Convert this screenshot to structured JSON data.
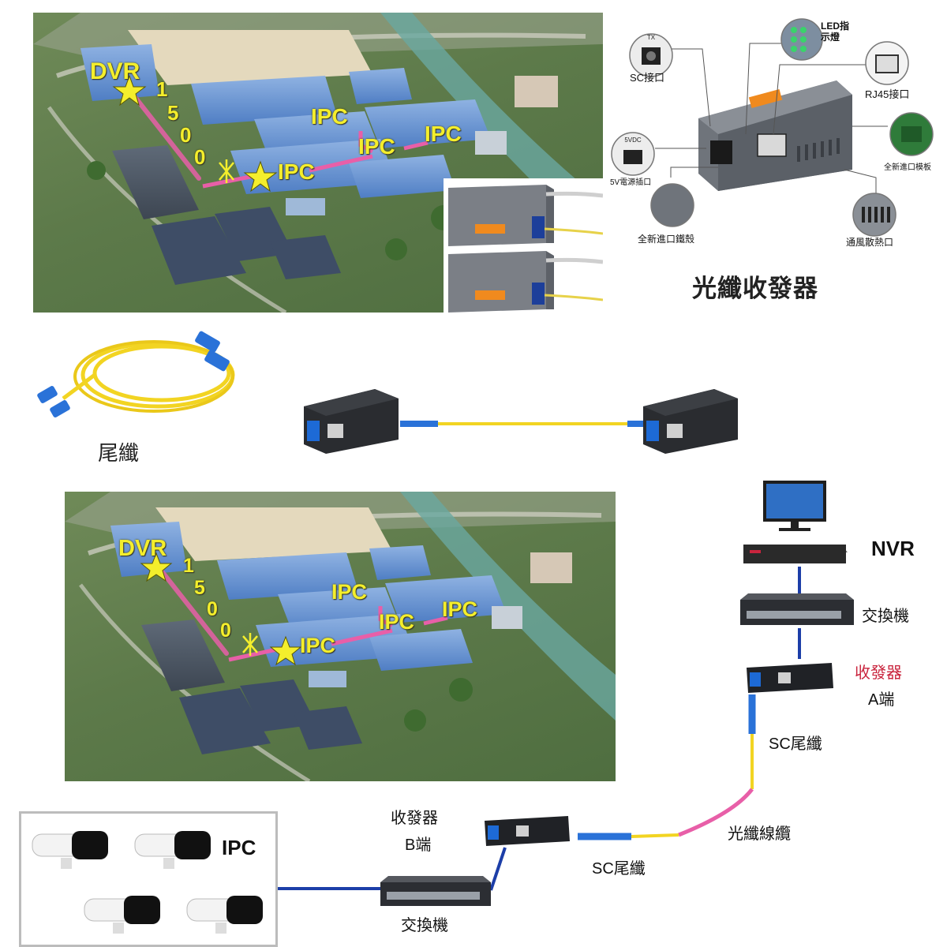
{
  "map_labels": {
    "dvr": "DVR",
    "ipc": "IPC",
    "distance_digits": [
      "1",
      "5",
      "0",
      "0"
    ]
  },
  "product": {
    "title": "光纖收發器",
    "callouts": {
      "led": "LED指示燈",
      "sc_port": "SC接口",
      "rj45": "RJ45接口",
      "power": "5V電源插口",
      "board": "全新進口模板",
      "shell": "全新進口鐵殼",
      "vent": "通風散熱口"
    },
    "port_text": {
      "tx": "TX",
      "dc": "5VDC"
    }
  },
  "patch_cord": {
    "label": "尾纖"
  },
  "network": {
    "nvr": "NVR",
    "switch_top": "交換機",
    "transceiver_a": [
      "收發器",
      "A端"
    ],
    "sc_pigtail_a": "SC尾纖",
    "fiber_cable": "光纖線纜",
    "sc_pigtail_b": "SC尾纖",
    "transceiver_b": [
      "收發器",
      "B端"
    ],
    "switch_bottom": "交換機",
    "ipc": "IPC"
  },
  "colors": {
    "accent_yellow": "#f4ee2c",
    "link_pink": "#e85fa8",
    "cable_blue": "#1c3ea8",
    "fiber_yellow": "#f2d422",
    "sc_blue": "#2a72d8",
    "label_red": "#c9243d"
  }
}
